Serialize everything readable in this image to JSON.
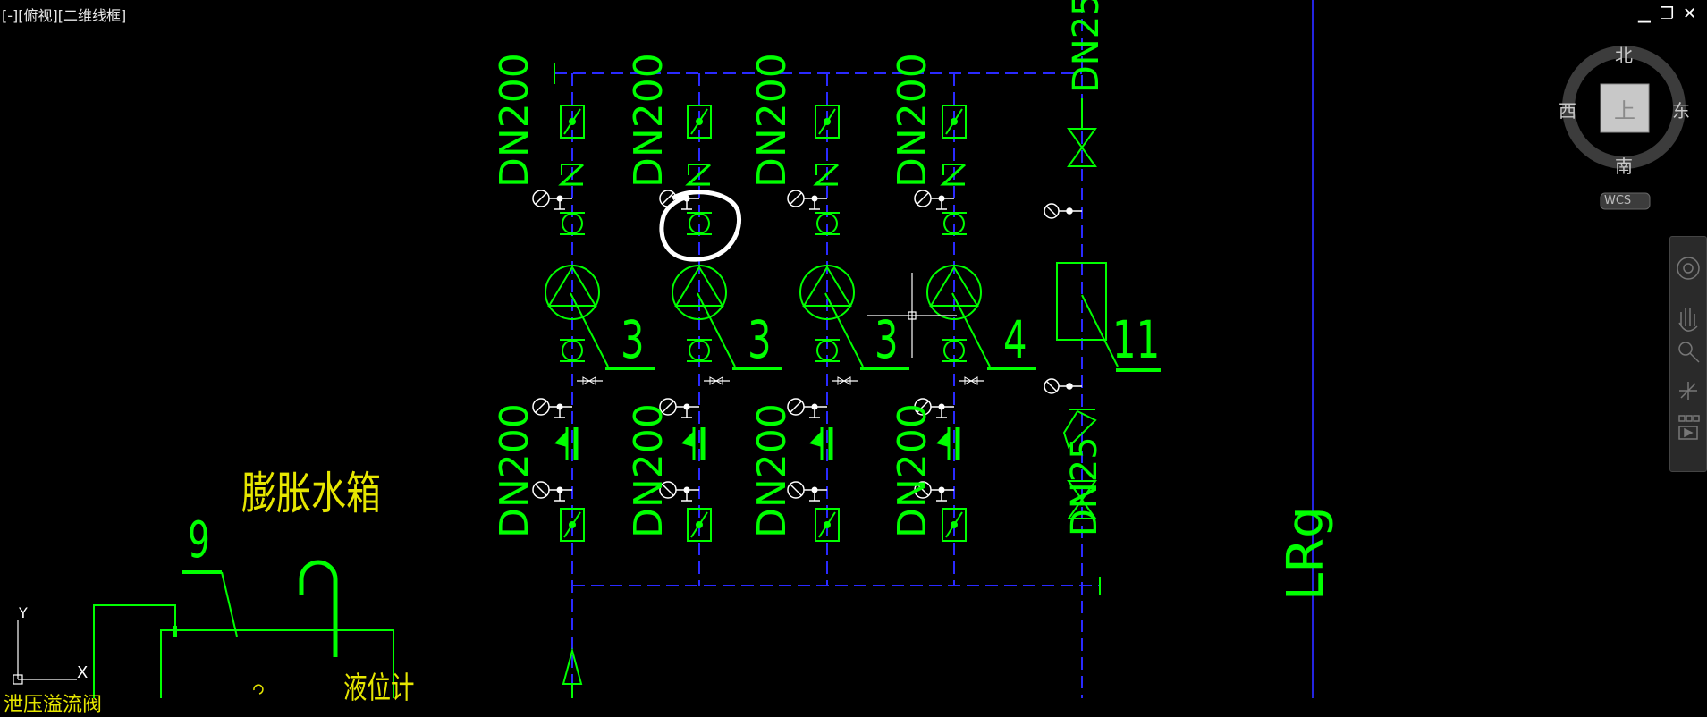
{
  "viewport_label": "[-][俯视][二维线框]",
  "window_controls": {
    "minimize": "▁",
    "restore": "❐",
    "close": "✕"
  },
  "viewcube": {
    "north": "北",
    "south": "南",
    "east": "东",
    "west": "西",
    "top": "上",
    "wcs": "WCS"
  },
  "pipe_labels": {
    "top_row": [
      "DN200",
      "DN200",
      "DN200",
      "DN200"
    ],
    "top_right": "DN25",
    "bottom_row": [
      "DN200",
      "DN200",
      "DN200",
      "DN200"
    ],
    "bottom_right": "DN25"
  },
  "pump_numbers": [
    "3",
    "3",
    "3",
    "4"
  ],
  "tank_number": "11",
  "expansion_tank_label": "膨胀水箱",
  "expansion_tank_number": "9",
  "level_gauge_label": "液位计",
  "relief_valve_label": "泄压溢流阀",
  "pipe_id": "LRg",
  "ucs": {
    "x": "X",
    "y": "Y"
  },
  "colors": {
    "pipe": "#00ff00",
    "frame": "#2a2aff",
    "text_yellow": "#e6e600",
    "markup": "#ffffff"
  }
}
